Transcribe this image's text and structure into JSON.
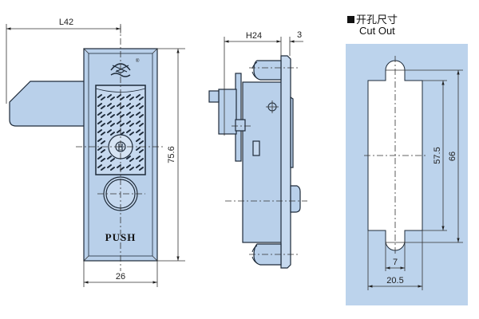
{
  "front_view": {
    "dim_width_total": "L42",
    "dim_height": "75.6",
    "dim_width_plate": "26",
    "push_label": "PUSH",
    "logo_registered_mark": "®"
  },
  "side_view": {
    "dim_depth": "H24",
    "dim_plate_thickness": "3"
  },
  "cutout": {
    "title_cn": "开孔尺寸",
    "title_en": "Cut Out",
    "dim_inner_height": "57.5",
    "dim_outer_height": "66",
    "dim_slot_width": "7",
    "dim_width": "20.5"
  },
  "colors": {
    "part_fill": "#b9d0ea",
    "cutout_panel": "#bcd3ec",
    "outline": "#1e2b3a"
  }
}
